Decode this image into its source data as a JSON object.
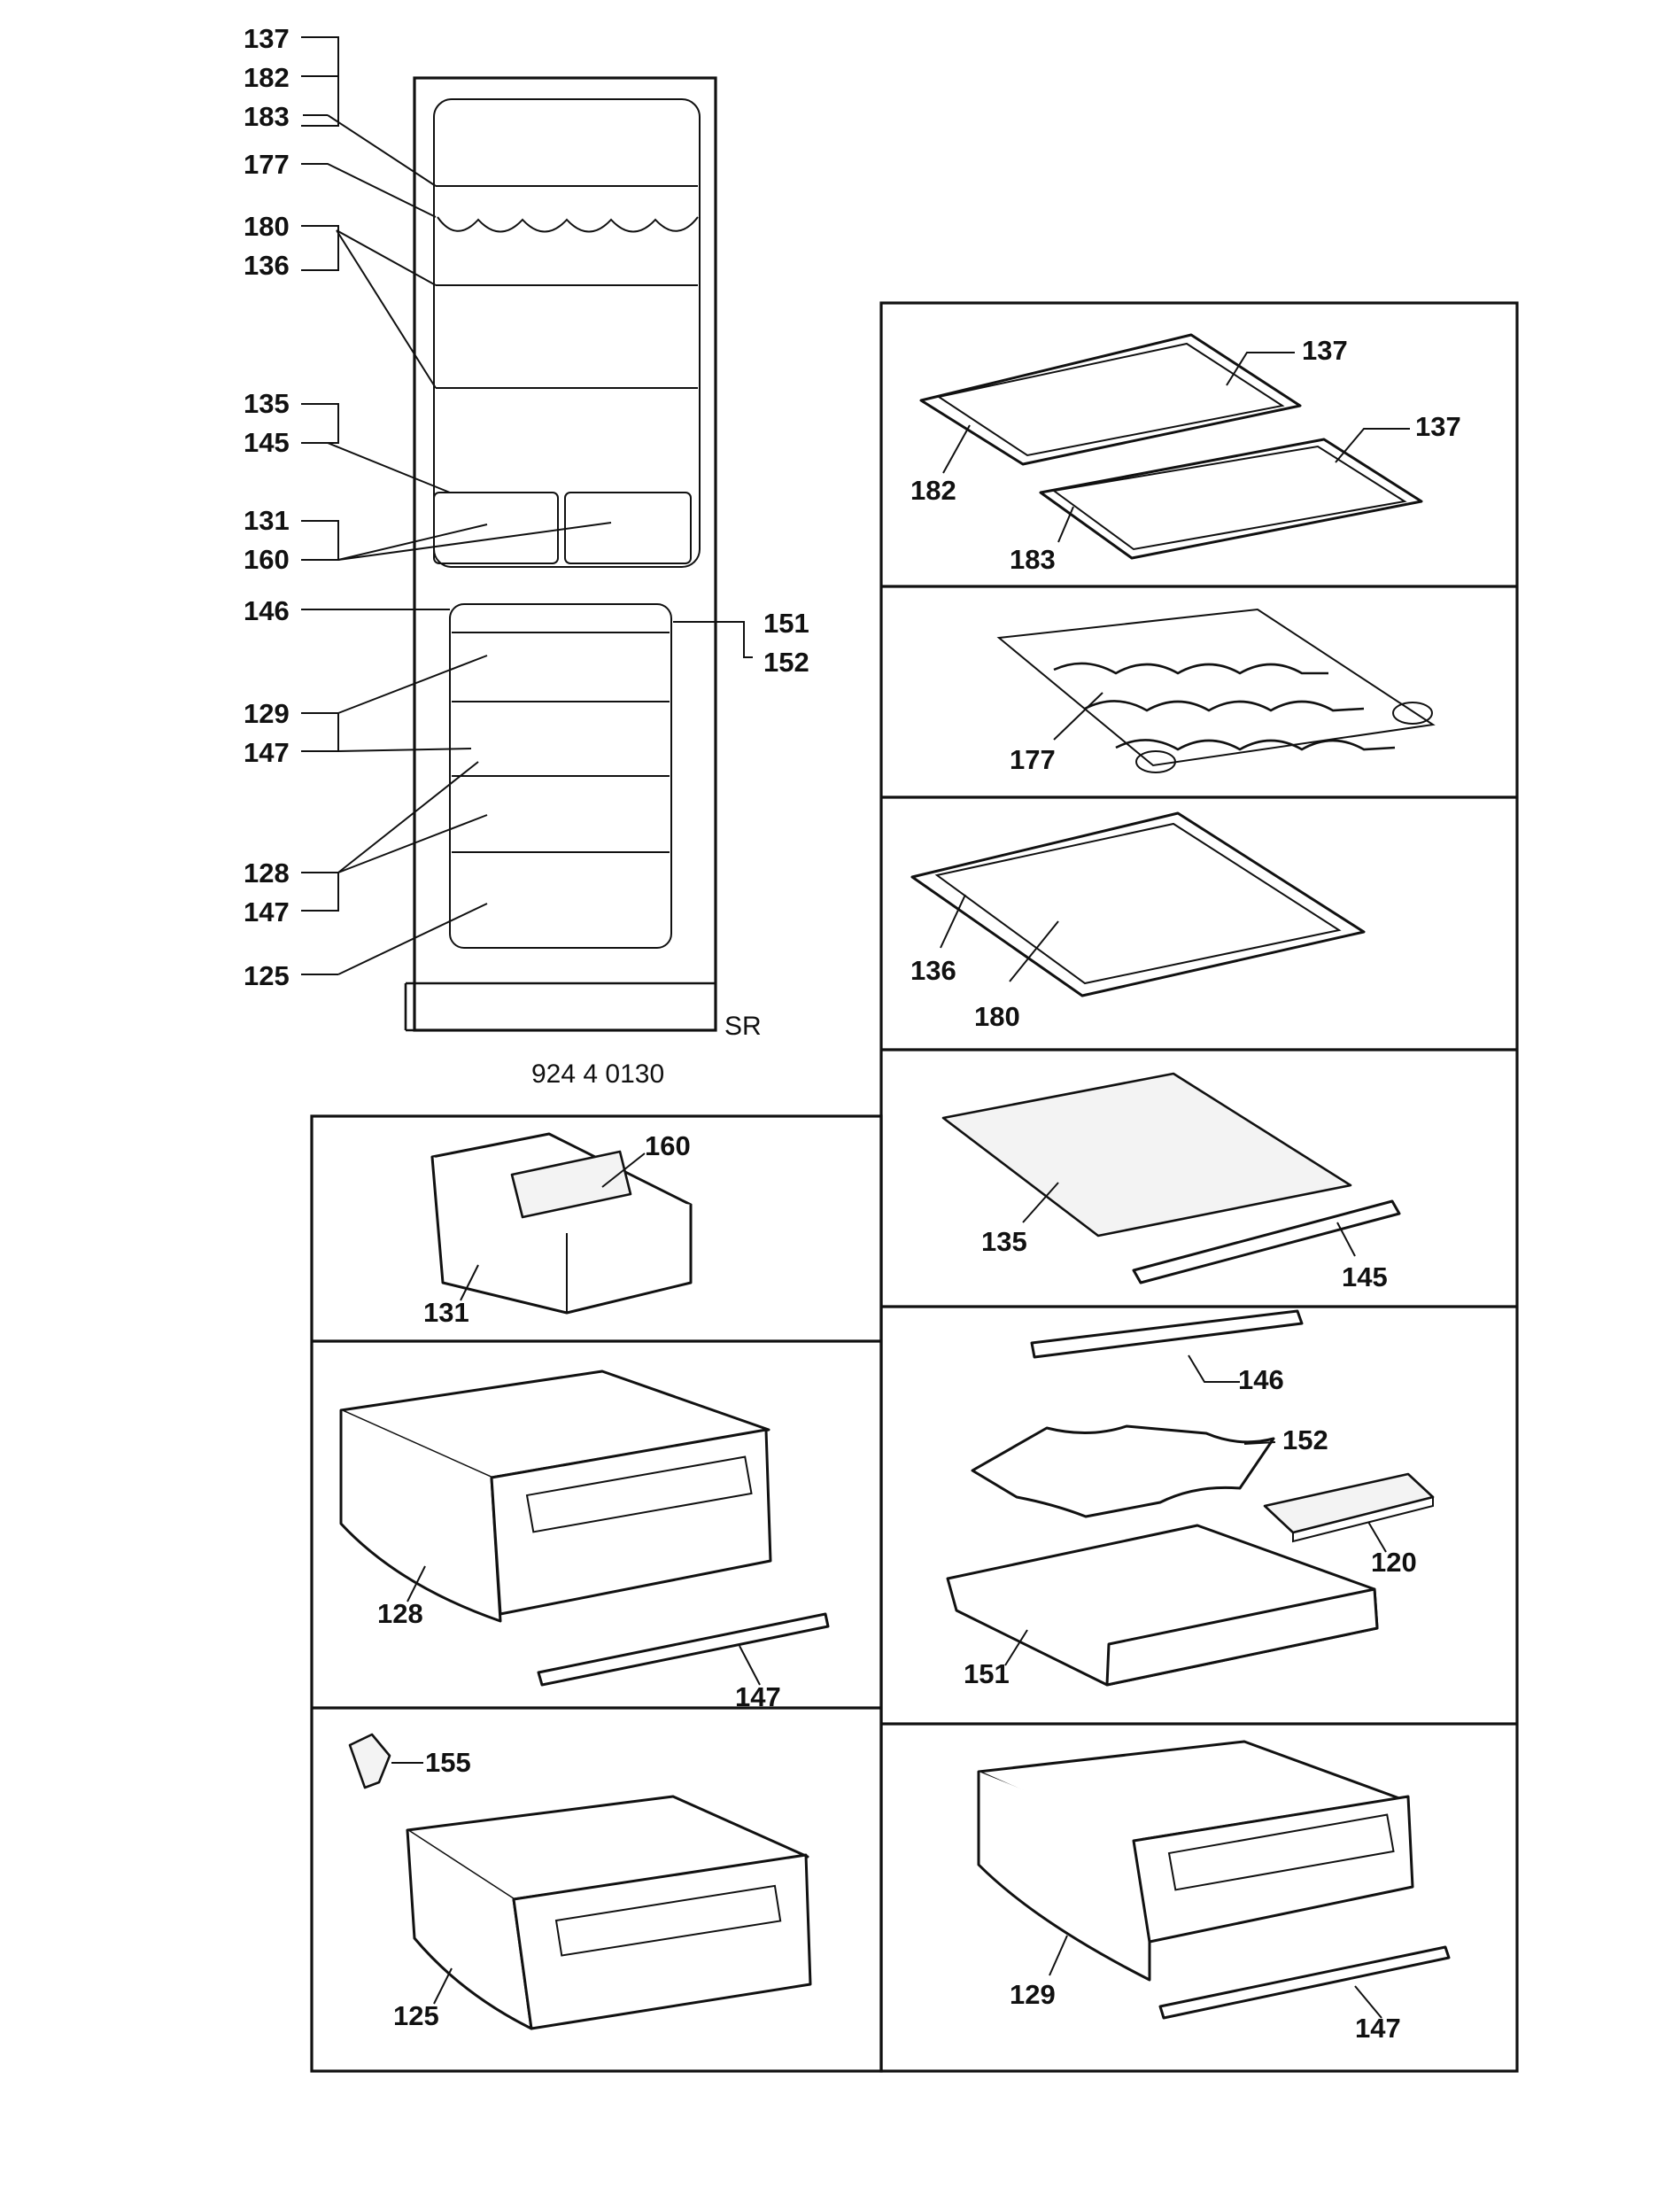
{
  "drawing": {
    "number": "924 4 0130",
    "suffix": "SR"
  },
  "cabinet_labels": {
    "l137": "137",
    "l182": "182",
    "l183": "183",
    "l177": "177",
    "l180": "180",
    "l136": "136",
    "l135": "135",
    "l145": "145",
    "l131": "131",
    "l160": "160",
    "l146": "146",
    "l151": "151",
    "l152": "152",
    "l129": "129",
    "l147a": "147",
    "l128": "128",
    "l147b": "147",
    "l125": "125"
  },
  "panel_labels": {
    "p_137a": "137",
    "p_137b": "137",
    "p_182": "182",
    "p_183": "183",
    "p_177": "177",
    "p_136": "136",
    "p_180": "180",
    "p_135": "135",
    "p_145": "145",
    "p_146": "146",
    "p_152": "152",
    "p_120": "120",
    "p_151": "151",
    "p_129": "129",
    "p_147c": "147",
    "p_160": "160",
    "p_131": "131",
    "p_128": "128",
    "p_147a": "147",
    "p_155": "155",
    "p_125": "125"
  },
  "icons": {
    "cabinet": "refrigerator-outline-icon",
    "shelf": "glass-shelf-icon",
    "rack": "wine-rack-icon",
    "drawer": "crisper-drawer-icon",
    "ice": "ice-tray-icon",
    "clip": "clip-icon"
  }
}
